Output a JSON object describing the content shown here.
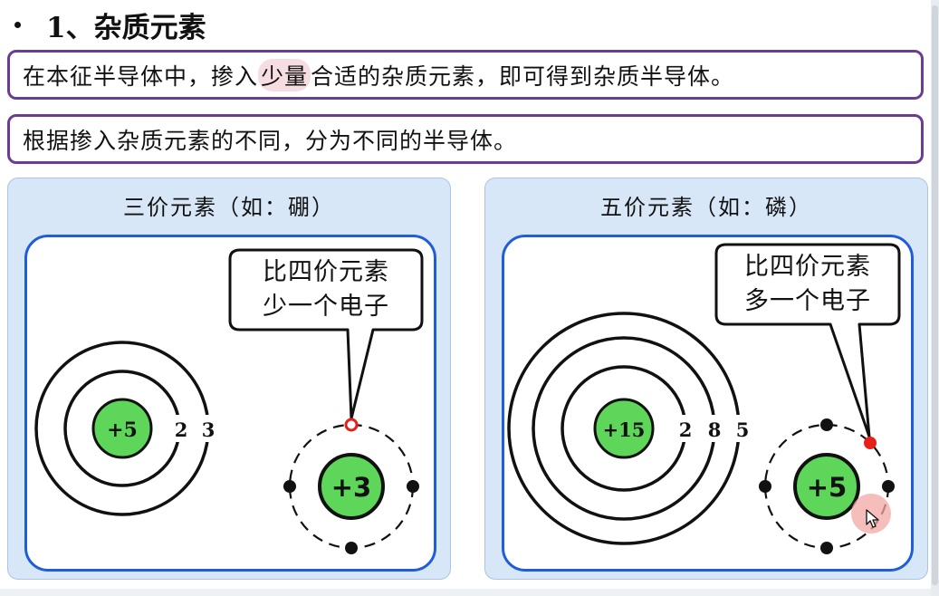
{
  "heading": "1、杂质元素",
  "definition": {
    "before": "在本征半导体中，掺入",
    "highlight": "少量",
    "after": "合适的杂质元素，即可得到杂质半导体。"
  },
  "classification": "根据掺入杂质元素的不同，分为不同的半导体。",
  "panels": [
    {
      "title": "三价元素（如：硼）",
      "callout": [
        "比四价元素",
        "少一个电子"
      ],
      "atom": {
        "nucleus": "+5",
        "shells": [
          "2",
          "3"
        ]
      },
      "core": {
        "nucleus": "+3",
        "valence_electrons": 3,
        "hole": true
      }
    },
    {
      "title": "五价元素（如：磷）",
      "callout": [
        "比四价元素",
        "多一个电子"
      ],
      "atom": {
        "nucleus": "+15",
        "shells": [
          "2",
          "8",
          "5"
        ]
      },
      "core": {
        "nucleus": "+5",
        "valence_electrons": 4,
        "extra_electron": true
      }
    }
  ],
  "colors": {
    "frame_purple": "#6a3d91",
    "panel_blue": "#d8e7f7",
    "inner_border": "#1f5ed8",
    "nucleus_green": "#5ed65a",
    "hole_red": "#e8201a",
    "highlight_pink": "#f6dde2"
  },
  "icons": [
    "bullet-icon",
    "mouse-pointer-icon"
  ]
}
